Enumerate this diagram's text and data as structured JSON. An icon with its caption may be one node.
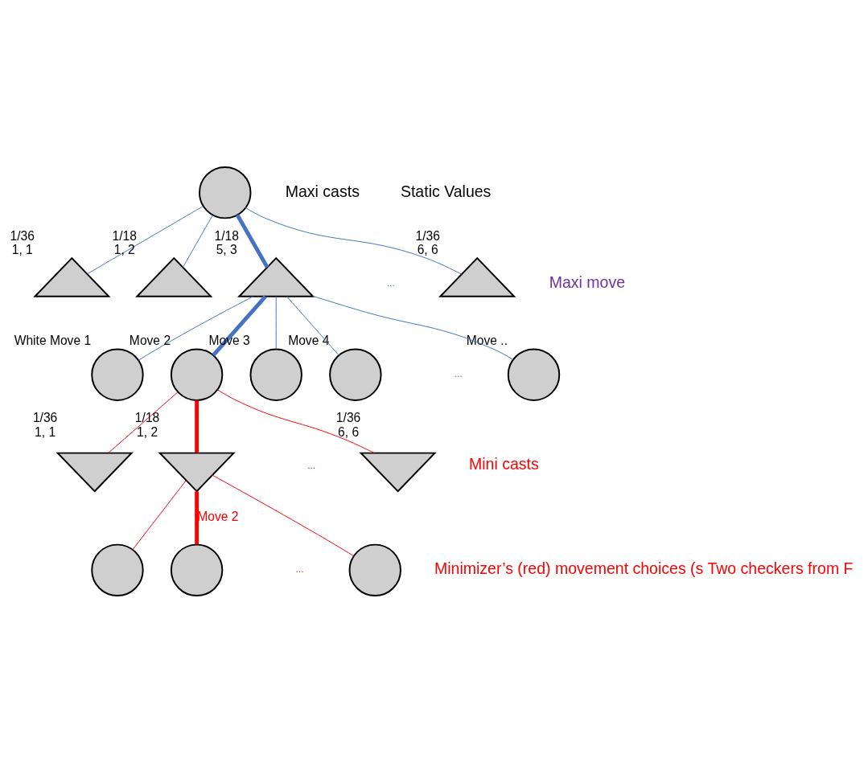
{
  "diagram": {
    "nodes": [
      {
        "text": [],
        "shape": "circle"
      },
      {
        "text": [],
        "shape": "triangle",
        "beside": [
          "1/36",
          "1, 1"
        ]
      },
      {
        "text": [],
        "shape": "triangle",
        "beside": [
          "1/18",
          "1, 2"
        ]
      },
      {
        "text": [],
        "shape": "triangle",
        "beside": [
          "1/18",
          "5, 3"
        ]
      },
      {
        "text": [],
        "shape": "triangle",
        "beside": [
          "1/36",
          "6, 6"
        ]
      },
      {
        "text": [],
        "shape": "circle",
        "beside": [
          "White Move 1"
        ]
      },
      {
        "text": [],
        "shape": "circle",
        "beside": [
          "Move 2"
        ]
      },
      {
        "text": [],
        "shape": "circle",
        "beside": [
          "Move 3"
        ]
      },
      {
        "text": [],
        "shape": "circle",
        "beside": [
          "Move 4"
        ]
      },
      {
        "text": [],
        "shape": "circle",
        "beside": [
          "Move .."
        ]
      },
      {
        "text": [],
        "shape": "inverted-triangle",
        "beside": [
          "1/36",
          "1, 1"
        ]
      },
      {
        "text": [],
        "shape": "inverted-triangle",
        "beside": [
          "1/18",
          "1, 2"
        ]
      },
      {
        "text": [],
        "shape": "inverted-triangle",
        "beside": [
          "1/36",
          "6, 6"
        ]
      },
      {
        "text": [],
        "shape": "circle"
      },
      {
        "text": [],
        "shape": "circle"
      },
      {
        "text": [],
        "shape": "circle"
      }
    ],
    "edges": [
      {
        "from": 0,
        "to": 1,
        "arrow": "none"
      },
      {
        "from": 0,
        "to": 2,
        "arrow": "none"
      },
      {
        "from": 0,
        "to": 3,
        "arrow": "none",
        "style": "thick"
      },
      {
        "from": 0,
        "to": 4,
        "arrow": "none"
      },
      {
        "from": 3,
        "to": 5,
        "arrow": "none"
      },
      {
        "from": 3,
        "to": 6,
        "arrow": "none",
        "style": "thick"
      },
      {
        "from": 3,
        "to": 7,
        "arrow": "none"
      },
      {
        "from": 3,
        "to": 8,
        "arrow": "none"
      },
      {
        "from": 3,
        "to": 9,
        "arrow": "none"
      },
      {
        "from": 6,
        "to": 10,
        "arrow": "none",
        "color": "#ff0000"
      },
      {
        "from": 6,
        "to": 11,
        "arrow": "none",
        "style": "thick",
        "color": "#ff0000"
      },
      {
        "from": 6,
        "to": 12,
        "arrow": "none",
        "color": "#ff0000"
      },
      {
        "from": 11,
        "to": 13,
        "arrow": "none",
        "color": "#ff0000"
      },
      {
        "from": 11,
        "to": 14,
        "arrow": "none",
        "style": "thick",
        "color": "#ff0000",
        "label": "Move 2"
      },
      {
        "from": 11,
        "to": 15,
        "arrow": "none",
        "color": "#ff0000"
      }
    ],
    "labels": [
      "Maxi casts",
      "...",
      "Maxi move",
      "...",
      "Mini casts",
      "...",
      "...",
      "Minimizer’s (red) movement choices (s Two checkers from F",
      "Static Values"
    ]
  }
}
